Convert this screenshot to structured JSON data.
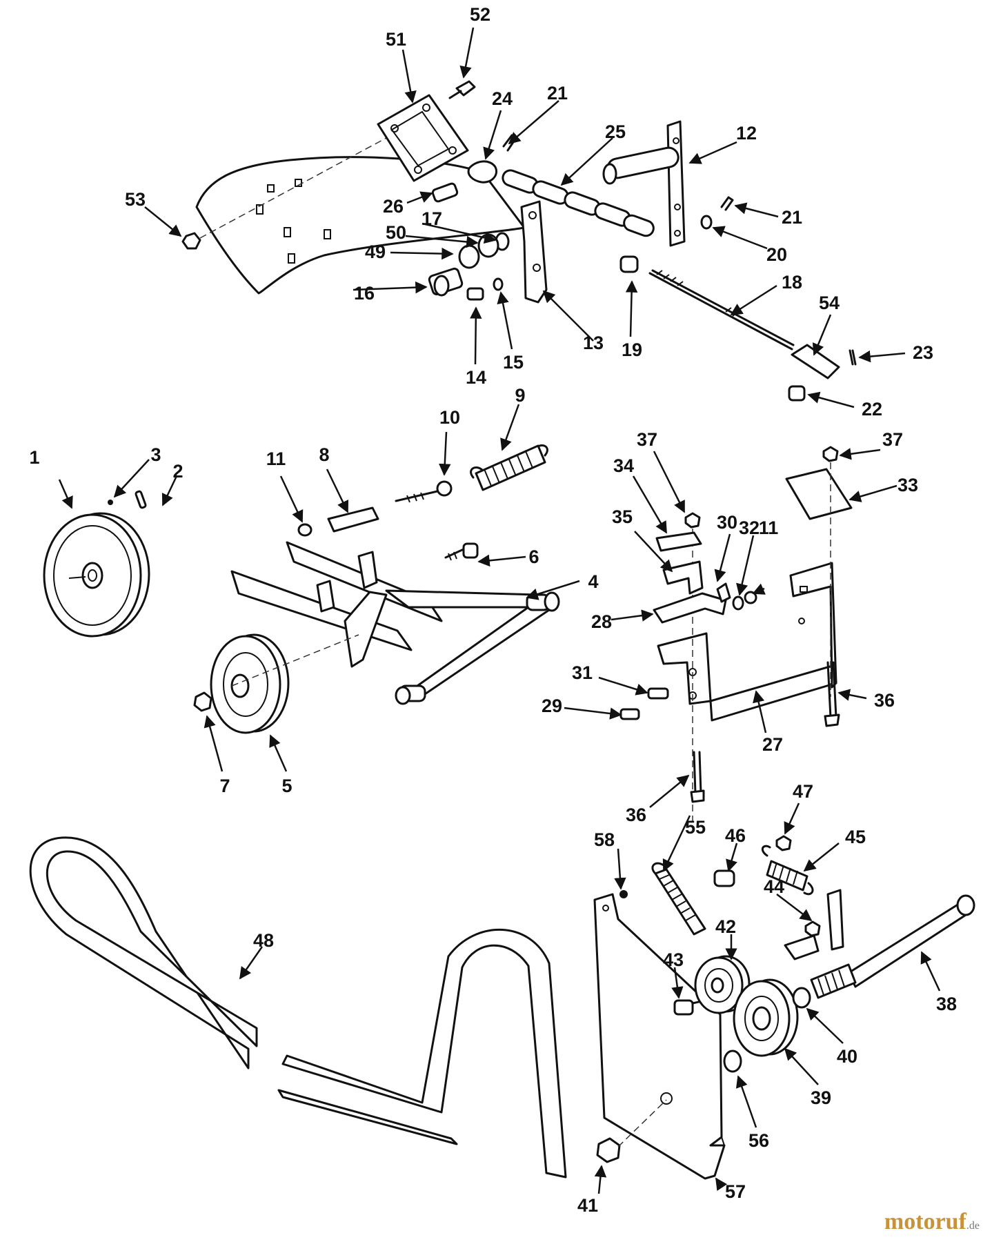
{
  "watermark": {
    "name": "motoruf",
    "suffix": ".de"
  },
  "callouts": [
    {
      "id": "1",
      "text": "1"
    },
    {
      "id": "2",
      "text": "2"
    },
    {
      "id": "3",
      "text": "3"
    },
    {
      "id": "4",
      "text": "4"
    },
    {
      "id": "5",
      "text": "5"
    },
    {
      "id": "6",
      "text": "6"
    },
    {
      "id": "7",
      "text": "7"
    },
    {
      "id": "8",
      "text": "8"
    },
    {
      "id": "9",
      "text": "9"
    },
    {
      "id": "10",
      "text": "10"
    },
    {
      "id": "11a",
      "text": "11"
    },
    {
      "id": "11b",
      "text": "11"
    },
    {
      "id": "12",
      "text": "12"
    },
    {
      "id": "13",
      "text": "13"
    },
    {
      "id": "14",
      "text": "14"
    },
    {
      "id": "15",
      "text": "15"
    },
    {
      "id": "16",
      "text": "16"
    },
    {
      "id": "17",
      "text": "17"
    },
    {
      "id": "18",
      "text": "18"
    },
    {
      "id": "19",
      "text": "19"
    },
    {
      "id": "20",
      "text": "20"
    },
    {
      "id": "21a",
      "text": "21"
    },
    {
      "id": "21b",
      "text": "21"
    },
    {
      "id": "22",
      "text": "22"
    },
    {
      "id": "23",
      "text": "23"
    },
    {
      "id": "24",
      "text": "24"
    },
    {
      "id": "25",
      "text": "25"
    },
    {
      "id": "26",
      "text": "26"
    },
    {
      "id": "27",
      "text": "27"
    },
    {
      "id": "28",
      "text": "28"
    },
    {
      "id": "29",
      "text": "29"
    },
    {
      "id": "30",
      "text": "30"
    },
    {
      "id": "31",
      "text": "31"
    },
    {
      "id": "32",
      "text": "32"
    },
    {
      "id": "33",
      "text": "33"
    },
    {
      "id": "34",
      "text": "34"
    },
    {
      "id": "35",
      "text": "35"
    },
    {
      "id": "36a",
      "text": "36"
    },
    {
      "id": "36b",
      "text": "36"
    },
    {
      "id": "37a",
      "text": "37"
    },
    {
      "id": "37b",
      "text": "37"
    },
    {
      "id": "38",
      "text": "38"
    },
    {
      "id": "39",
      "text": "39"
    },
    {
      "id": "40",
      "text": "40"
    },
    {
      "id": "41",
      "text": "41"
    },
    {
      "id": "42",
      "text": "42"
    },
    {
      "id": "43",
      "text": "43"
    },
    {
      "id": "44",
      "text": "44"
    },
    {
      "id": "45",
      "text": "45"
    },
    {
      "id": "46",
      "text": "46"
    },
    {
      "id": "47",
      "text": "47"
    },
    {
      "id": "48",
      "text": "48"
    },
    {
      "id": "49",
      "text": "49"
    },
    {
      "id": "50",
      "text": "50"
    },
    {
      "id": "51",
      "text": "51"
    },
    {
      "id": "52",
      "text": "52"
    },
    {
      "id": "53",
      "text": "53"
    },
    {
      "id": "54",
      "text": "54"
    },
    {
      "id": "55",
      "text": "55"
    },
    {
      "id": "56",
      "text": "56"
    },
    {
      "id": "57",
      "text": "57"
    },
    {
      "id": "58",
      "text": "58"
    }
  ]
}
